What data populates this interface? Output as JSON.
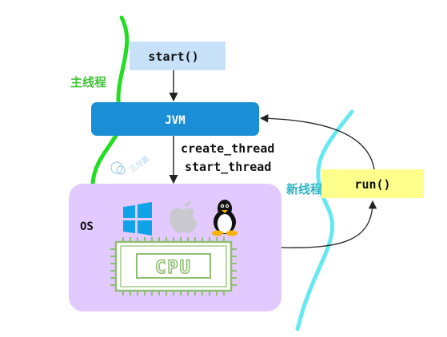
{
  "nodes": {
    "start": "start()",
    "jvm": "JVM",
    "os": "OS",
    "run": "run()",
    "cpu": "CPU"
  },
  "labels": {
    "main_thread": "主线程",
    "new_thread": "新线程",
    "create_thread": "create_thread",
    "start_thread": "start_thread",
    "watermark": "三分恶"
  },
  "icons": [
    "windows-icon",
    "apple-icon",
    "linux-penguin-icon",
    "cpu-chip-icon"
  ],
  "colors": {
    "start_box": "#c7e1f9",
    "jvm_box": "#1a8fd6",
    "os_box": "#e2c9ff",
    "run_box": "#ffff8c",
    "main_thread_line": "#22dd22",
    "new_thread_line": "#66e8f0",
    "main_thread_label": "#44c23a",
    "new_thread_label": "#30b5c4",
    "cpu_green": "#8fbf72"
  }
}
